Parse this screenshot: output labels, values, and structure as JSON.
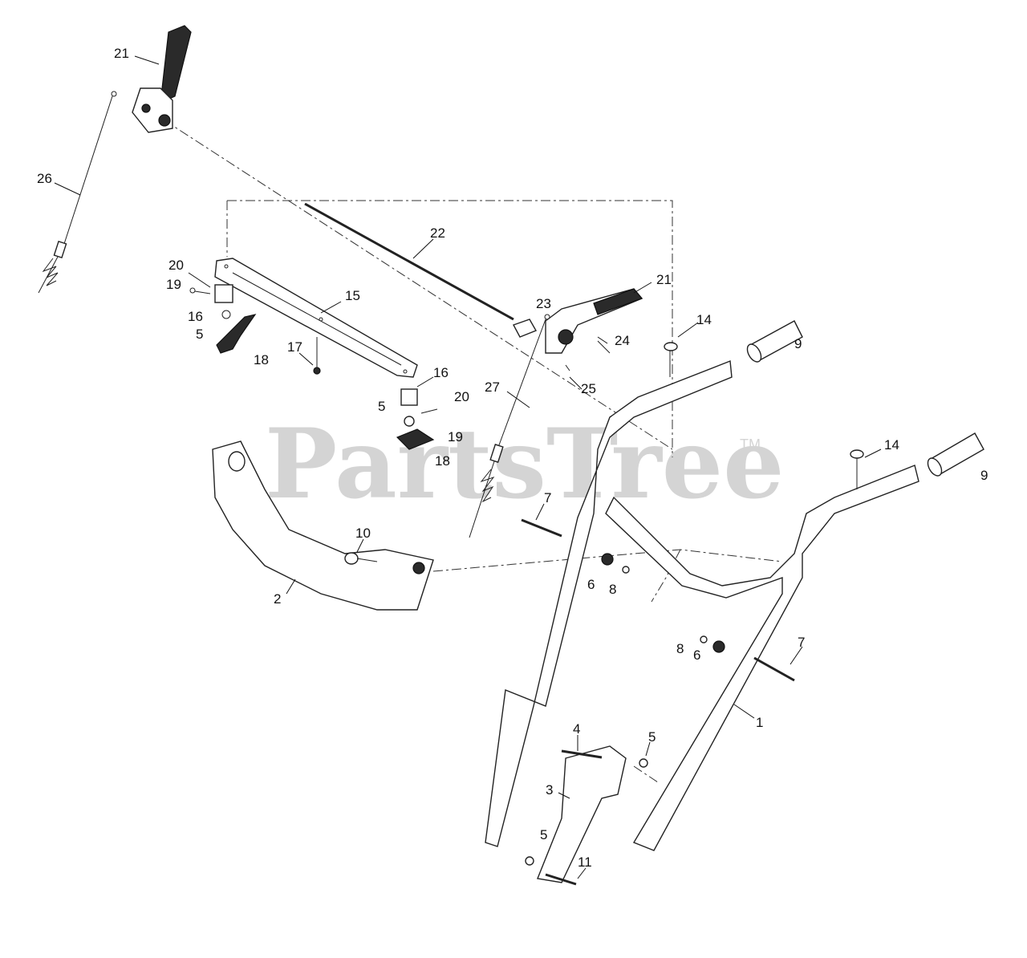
{
  "watermark": {
    "text": "PartsTree",
    "tm": "TM"
  },
  "callouts": [
    {
      "id": "c21a",
      "text": "21"
    },
    {
      "id": "c26",
      "text": "26"
    },
    {
      "id": "c22",
      "text": "22"
    },
    {
      "id": "c20a",
      "text": "20"
    },
    {
      "id": "c19a",
      "text": "19"
    },
    {
      "id": "c16a",
      "text": "16"
    },
    {
      "id": "c5a",
      "text": "5"
    },
    {
      "id": "c18a",
      "text": "18"
    },
    {
      "id": "c15",
      "text": "15"
    },
    {
      "id": "c17",
      "text": "17"
    },
    {
      "id": "c21b",
      "text": "21"
    },
    {
      "id": "c23",
      "text": "23"
    },
    {
      "id": "c24",
      "text": "24"
    },
    {
      "id": "c25",
      "text": "25"
    },
    {
      "id": "c14a",
      "text": "14"
    },
    {
      "id": "c9a",
      "text": "9"
    },
    {
      "id": "c16b",
      "text": "16"
    },
    {
      "id": "c20b",
      "text": "20"
    },
    {
      "id": "c5b",
      "text": "5"
    },
    {
      "id": "c19b",
      "text": "19"
    },
    {
      "id": "c18b",
      "text": "18"
    },
    {
      "id": "c27",
      "text": "27"
    },
    {
      "id": "c14b",
      "text": "14"
    },
    {
      "id": "c9b",
      "text": "9"
    },
    {
      "id": "c7a",
      "text": "7"
    },
    {
      "id": "c10",
      "text": "10"
    },
    {
      "id": "c2",
      "text": "2"
    },
    {
      "id": "c6a",
      "text": "6"
    },
    {
      "id": "c8a",
      "text": "8"
    },
    {
      "id": "c8b",
      "text": "8"
    },
    {
      "id": "c6b",
      "text": "6"
    },
    {
      "id": "c7b",
      "text": "7"
    },
    {
      "id": "c1",
      "text": "1"
    },
    {
      "id": "c4",
      "text": "4"
    },
    {
      "id": "c5c",
      "text": "5"
    },
    {
      "id": "c3",
      "text": "3"
    },
    {
      "id": "c5d",
      "text": "5"
    },
    {
      "id": "c11",
      "text": "11"
    }
  ]
}
